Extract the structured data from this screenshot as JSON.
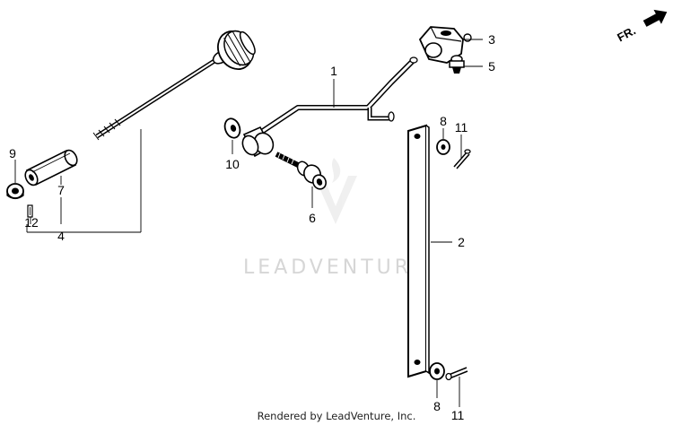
{
  "diagram": {
    "callouts": {
      "c1": "1",
      "c2": "2",
      "c3": "3",
      "c4": "4",
      "c5": "5",
      "c6": "6",
      "c7": "7",
      "c8a": "8",
      "c8b": "8",
      "c9": "9",
      "c10": "10",
      "c11a": "11",
      "c11b": "11",
      "c12": "12"
    },
    "direction_label": "FR.",
    "watermark": "LEADVENTURE",
    "footer": "Rendered by LeadVenture, Inc."
  }
}
